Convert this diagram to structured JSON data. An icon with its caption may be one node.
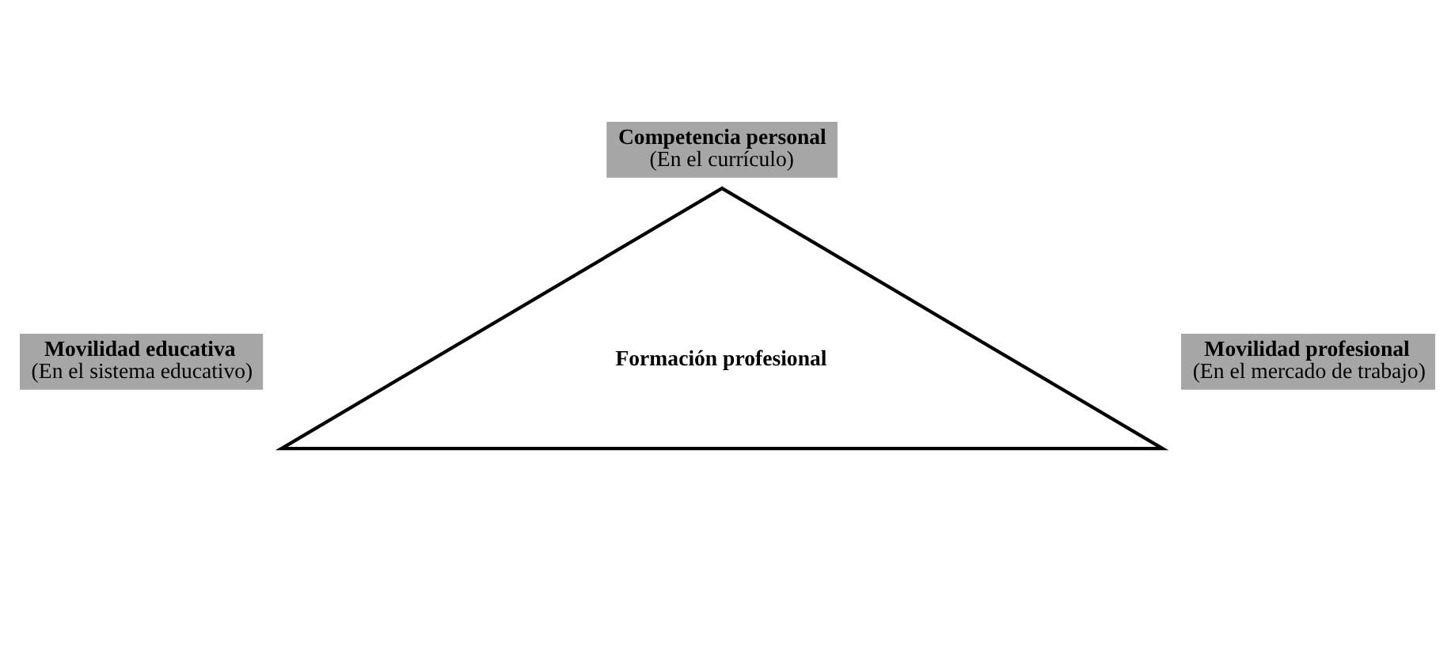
{
  "diagram": {
    "nodes": [
      {
        "text": [
          "Competencia personal",
          "(En el currículo)"
        ]
      },
      {
        "text": [
          "Formación profesional"
        ]
      },
      {
        "text": [
          "Movilidad educativa",
          "(En el sistema educativo)"
        ]
      },
      {
        "text": [
          "Movilidad profesional",
          "(En el mercado de trabajo)"
        ]
      }
    ]
  }
}
